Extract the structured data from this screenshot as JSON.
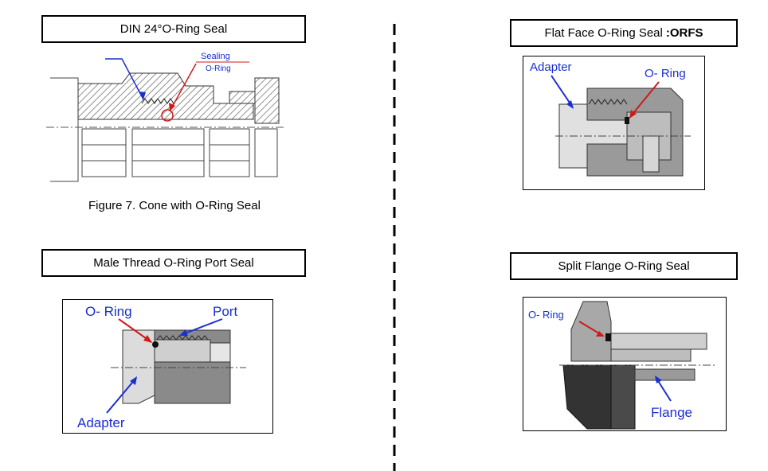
{
  "panels": {
    "din": {
      "title": "DIN 24°O-Ring Seal",
      "caption": "Figure 7. Cone with O-Ring Seal",
      "label_top": "Sealing",
      "label_bottom": "O-Ring"
    },
    "orfs": {
      "title": "Flat Face O-Ring Seal",
      "title_bold": ":ORFS",
      "label_adapter": "Adapter",
      "label_oring": "O- Ring"
    },
    "port": {
      "title": "Male Thread O-Ring Port Seal",
      "label_oring": "O- Ring",
      "label_port": "Port",
      "label_adapter": "Adapter"
    },
    "flange": {
      "title": "Split Flange O-Ring Seal",
      "label_oring": "O- Ring",
      "label_flange": "Flange"
    }
  },
  "colors": {
    "arrow_blue": "#1a2fd0",
    "arrow_red": "#d01a1a",
    "metal_gray": "#9a9a9a",
    "metal_dark": "#3a3a3a"
  }
}
